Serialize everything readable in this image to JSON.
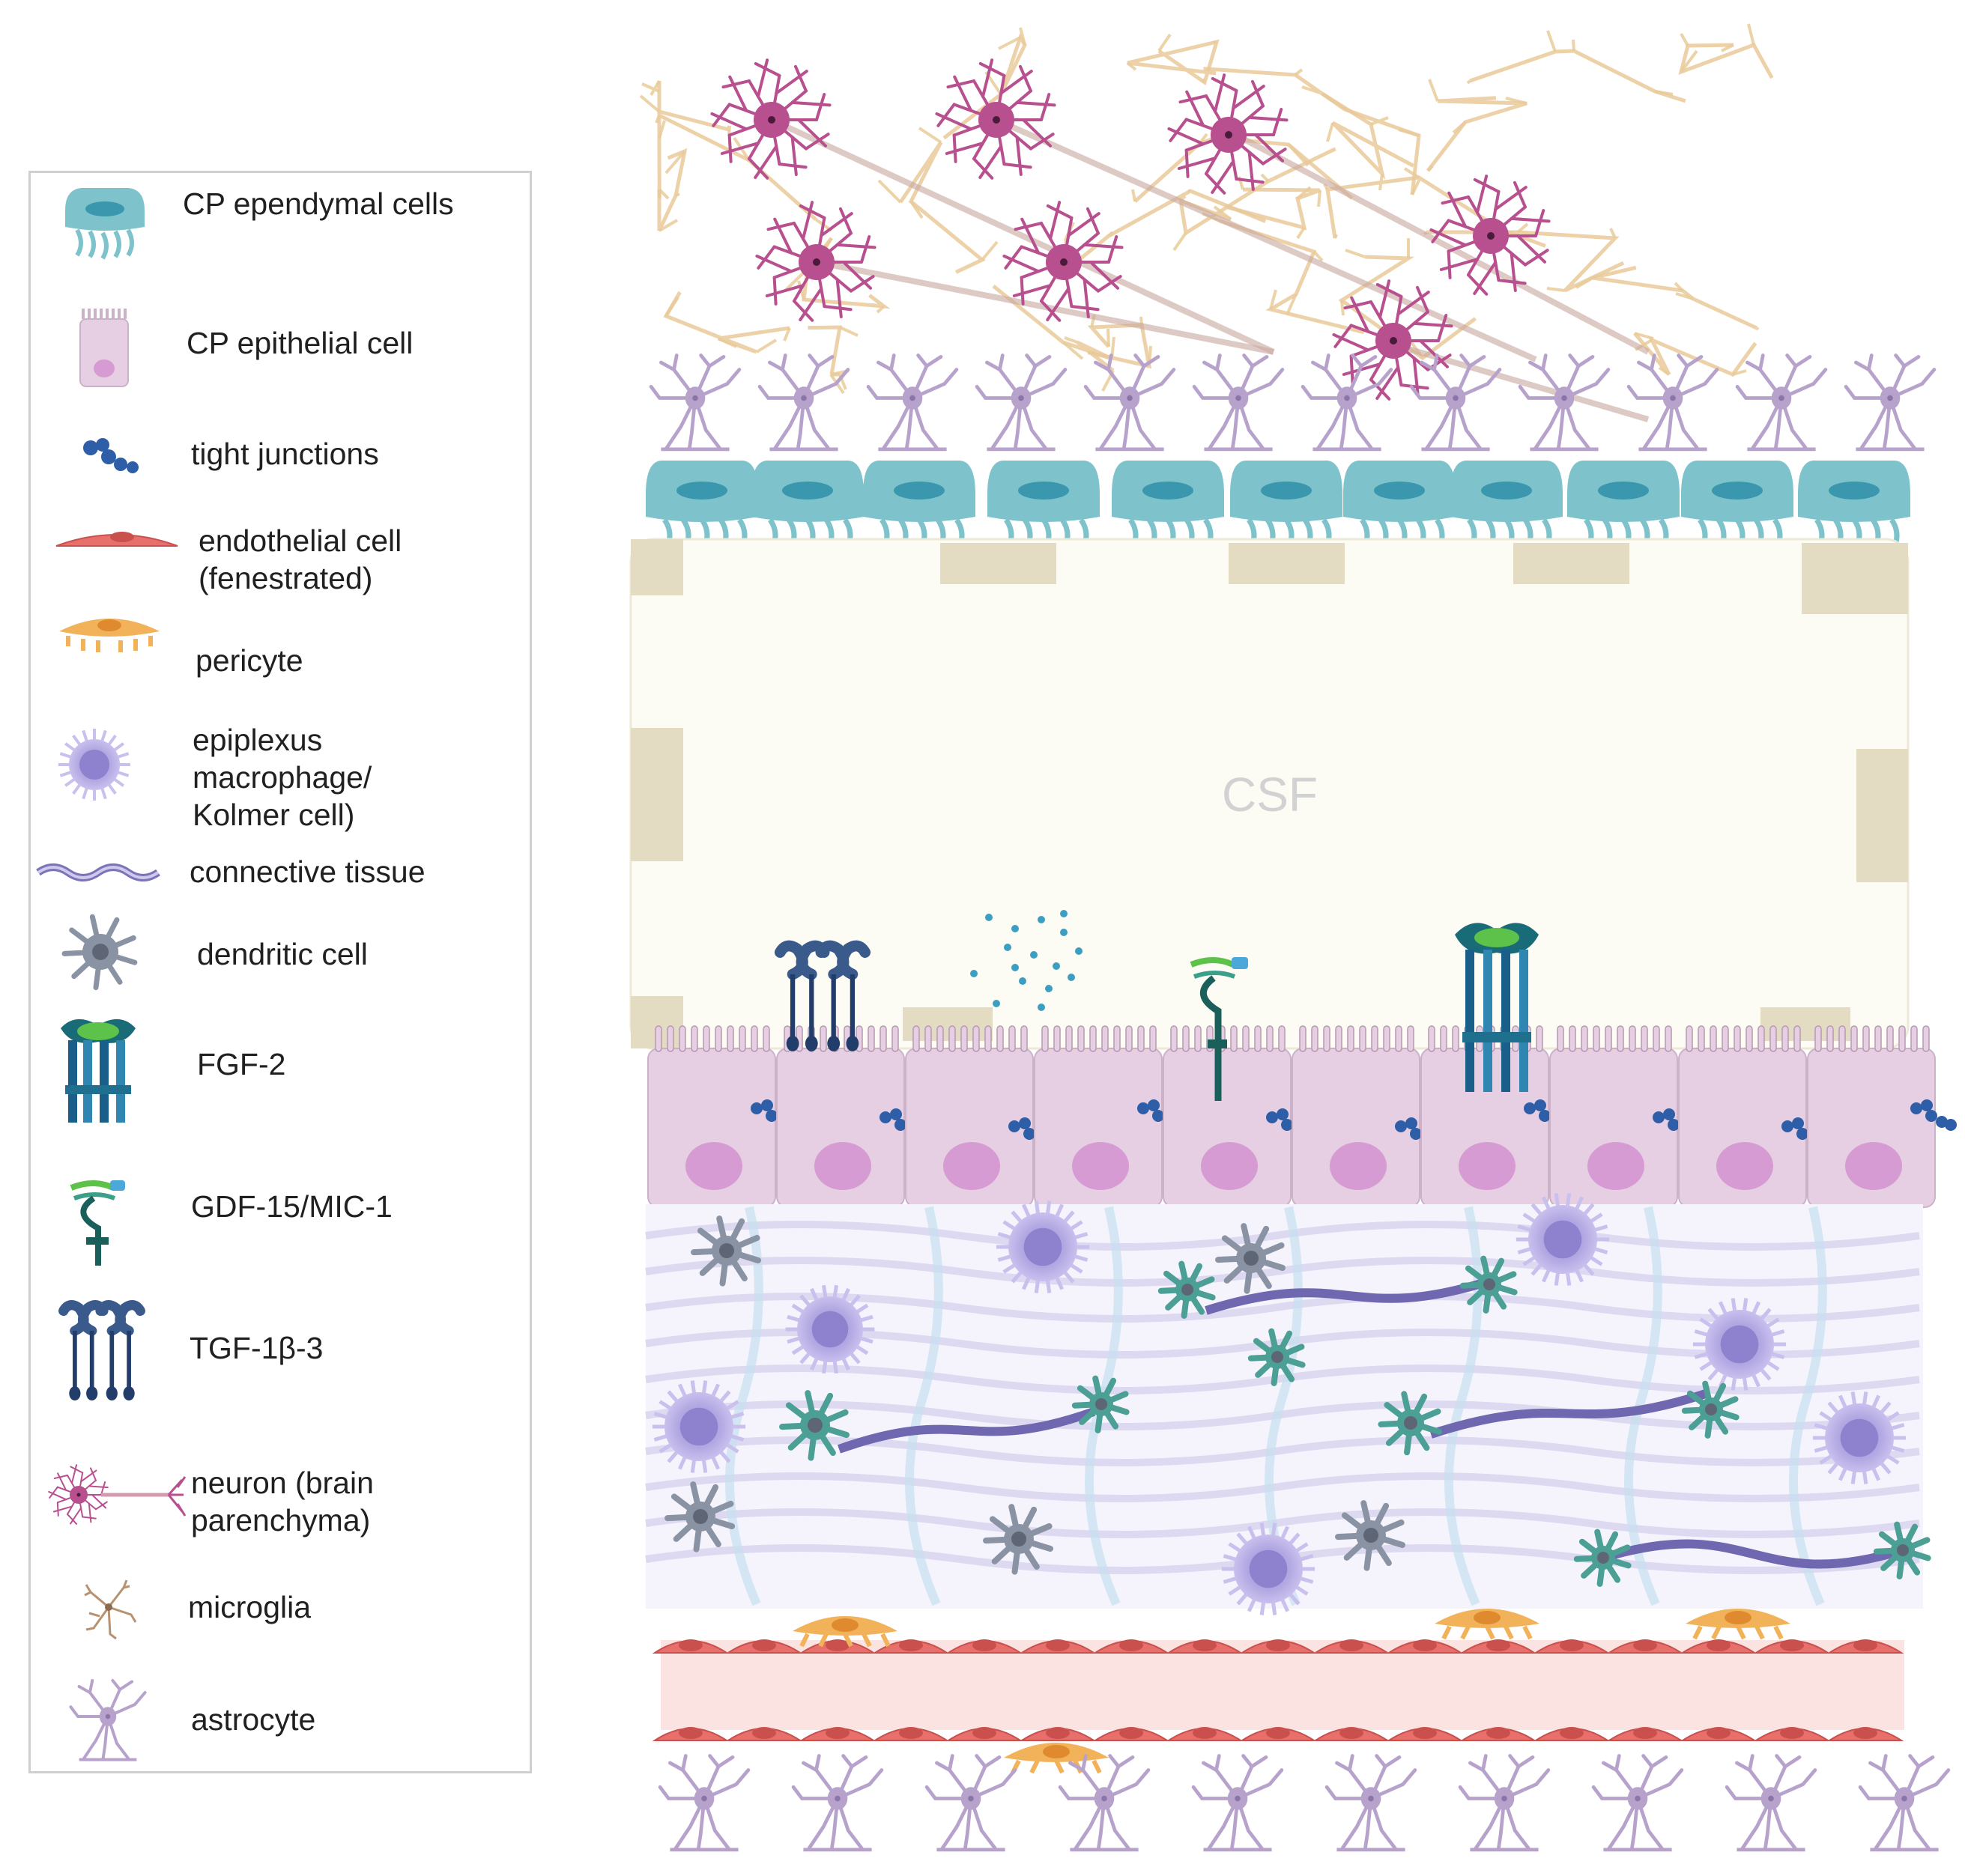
{
  "legend": {
    "items": [
      {
        "key": "ependymal",
        "label": "CP ependymal cells",
        "icon": "ependymal-cell-icon"
      },
      {
        "key": "epithelial",
        "label": "CP epithelial cell",
        "icon": "epithelial-cell-icon"
      },
      {
        "key": "tight",
        "label": "tight junctions",
        "icon": "tight-junction-icon"
      },
      {
        "key": "endothelial",
        "label": "endothelial cell\n(fenestrated)",
        "icon": "endothelial-cell-icon"
      },
      {
        "key": "pericyte",
        "label": "pericyte",
        "icon": "pericyte-icon"
      },
      {
        "key": "macrophage",
        "label": "epiplexus\nmacrophage/\nKolmer cell)",
        "icon": "macrophage-icon"
      },
      {
        "key": "connective",
        "label": "connective tissue",
        "icon": "connective-tissue-icon"
      },
      {
        "key": "dendritic",
        "label": "dendritic cell",
        "icon": "dendritic-cell-icon"
      },
      {
        "key": "fgf",
        "label": "FGF-2",
        "icon": "fgf2-receptor-icon"
      },
      {
        "key": "gdf",
        "label": "GDF-15/MIC-1",
        "icon": "gdf15-receptor-icon"
      },
      {
        "key": "tgf",
        "label": "TGF-1β-3",
        "icon": "tgf-receptor-icon"
      },
      {
        "key": "neuron",
        "label": "neuron (brain\nparenchyma)",
        "icon": "neuron-icon"
      },
      {
        "key": "microglia",
        "label": "microglia",
        "icon": "microglia-icon"
      },
      {
        "key": "astrocyte",
        "label": "astrocyte",
        "icon": "astrocyte-icon"
      }
    ]
  },
  "diagram": {
    "csf_label": "CSF"
  },
  "colors": {
    "ependymal": "#7ec3cc",
    "ependymal_nucleus": "#3a97ad",
    "epithelial": "#e6cfe2",
    "epithelial_nucleus": "#d79bd4",
    "tight_junction": "#2f5ea8",
    "endothelial": "#e8706c",
    "endothelial_band": "#fbe3e1",
    "pericyte": "#f2b25a",
    "macrophage": "#a79bdc",
    "dendritic": "#8a93a3",
    "fibroblast": "#4c9f94",
    "neuron": "#b84f8e",
    "microglia": "#e9c99a",
    "astrocyte": "#b7a2cc",
    "csf_space": "#fdfcf4",
    "csf_wall": "#e3dcc2",
    "fgf": "#1f6f8f",
    "tgf": "#3a5a8c",
    "gdf": "#3ba08a"
  }
}
